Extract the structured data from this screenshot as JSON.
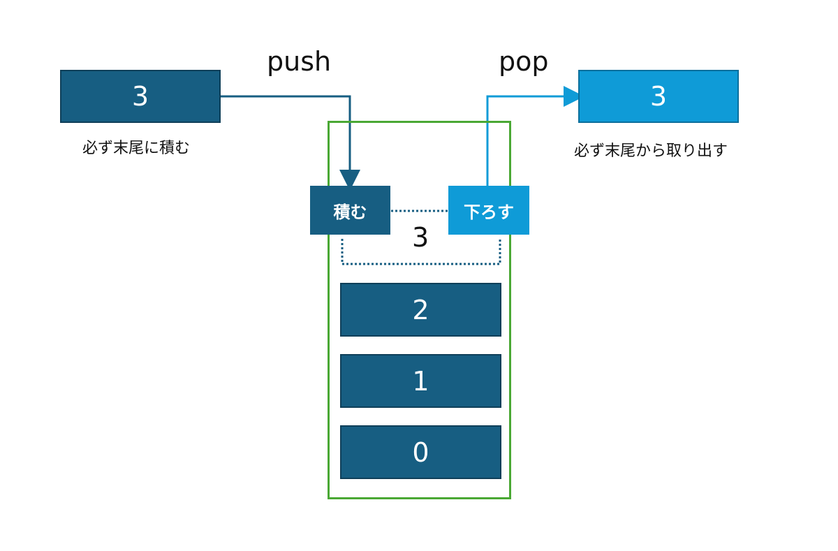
{
  "push": {
    "label": "push",
    "item_value": "3",
    "caption": "必ず末尾に積む",
    "action_label": "積む"
  },
  "pop": {
    "label": "pop",
    "item_value": "3",
    "caption": "必ず末尾から取り出す",
    "action_label": "下ろす"
  },
  "stack": {
    "top_value": "3",
    "items": [
      "2",
      "1",
      "0"
    ]
  },
  "colors": {
    "push_dark": "#175e82",
    "pop_light": "#0f9bd7",
    "frame_green": "#4aa834"
  }
}
